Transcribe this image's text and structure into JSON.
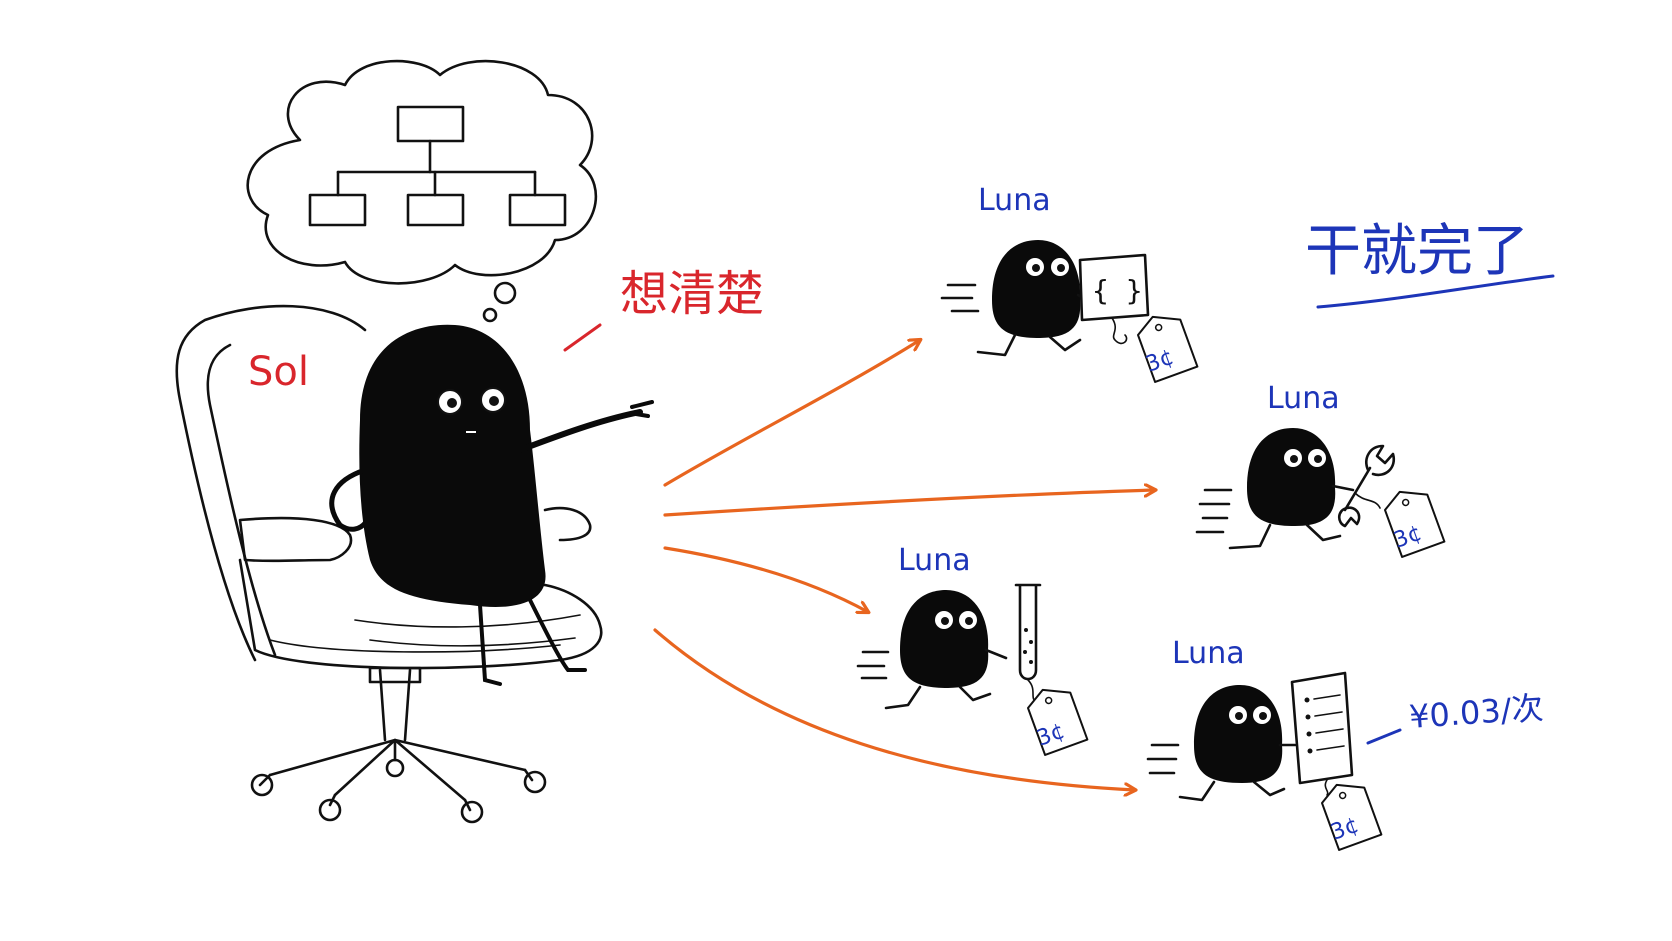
{
  "boss": {
    "name_label": "Sol",
    "thought_label": "想清楚"
  },
  "motto": "干就完了",
  "workers": [
    {
      "name": "Luna",
      "item": "code-page",
      "price": "3¢"
    },
    {
      "name": "Luna",
      "item": "wrench",
      "price": "3¢"
    },
    {
      "name": "Luna",
      "item": "test-tube",
      "price": "3¢"
    },
    {
      "name": "Luna",
      "item": "checklist",
      "price": "3¢"
    }
  ],
  "cost_note": "¥0.03/次",
  "colors": {
    "red_text": "#d9262c",
    "blue_text": "#1d35b8",
    "arrow": "#e8651f",
    "ink": "#111111"
  }
}
